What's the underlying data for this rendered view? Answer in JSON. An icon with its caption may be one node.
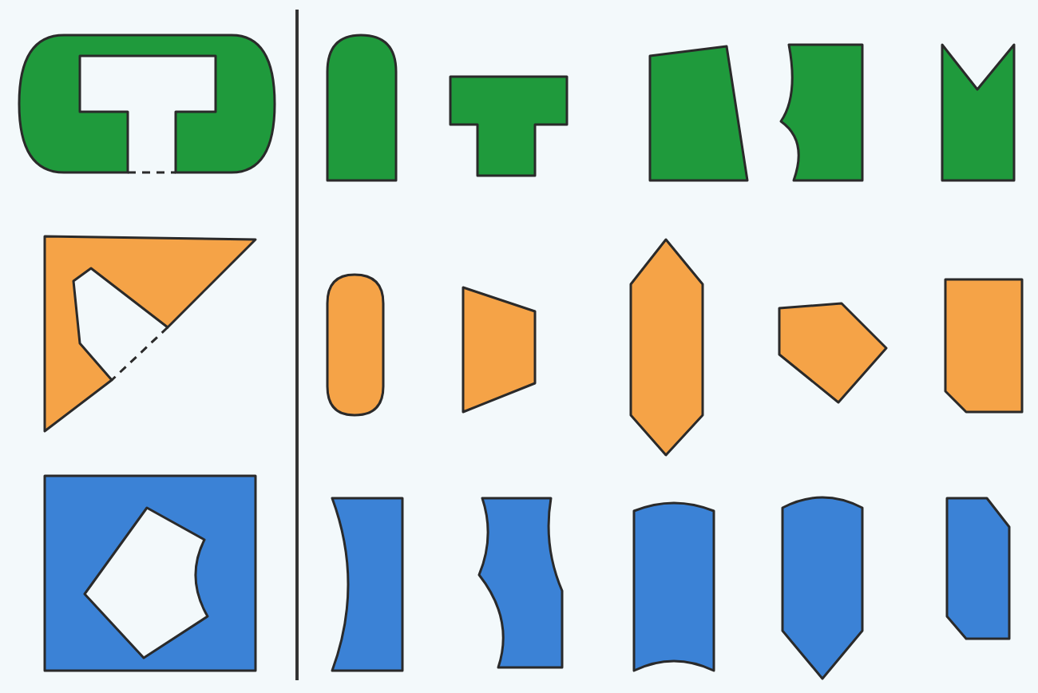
{
  "diagram": {
    "nodes": [
      {
        "text": [],
        "shape": "box"
      },
      {
        "text": [],
        "shape": "triangle"
      },
      {
        "text": [],
        "shape": "box"
      },
      {
        "text": [],
        "shape": "arch"
      },
      {
        "text": [],
        "shape": "tee"
      },
      {
        "text": [],
        "shape": "trapezoid"
      },
      {
        "text": [],
        "shape": "box"
      },
      {
        "text": [],
        "shape": "box"
      },
      {
        "text": [],
        "shape": "stadium"
      },
      {
        "text": [],
        "shape": "trapezoid"
      },
      {
        "text": [],
        "shape": "hexagon"
      },
      {
        "text": [],
        "shape": "pentagon"
      },
      {
        "text": [],
        "shape": "pentagon"
      },
      {
        "text": [],
        "shape": "box"
      },
      {
        "text": [],
        "shape": "box"
      },
      {
        "text": [],
        "shape": "box"
      },
      {
        "text": [],
        "shape": "shield"
      },
      {
        "text": [],
        "shape": "box"
      }
    ]
  }
}
